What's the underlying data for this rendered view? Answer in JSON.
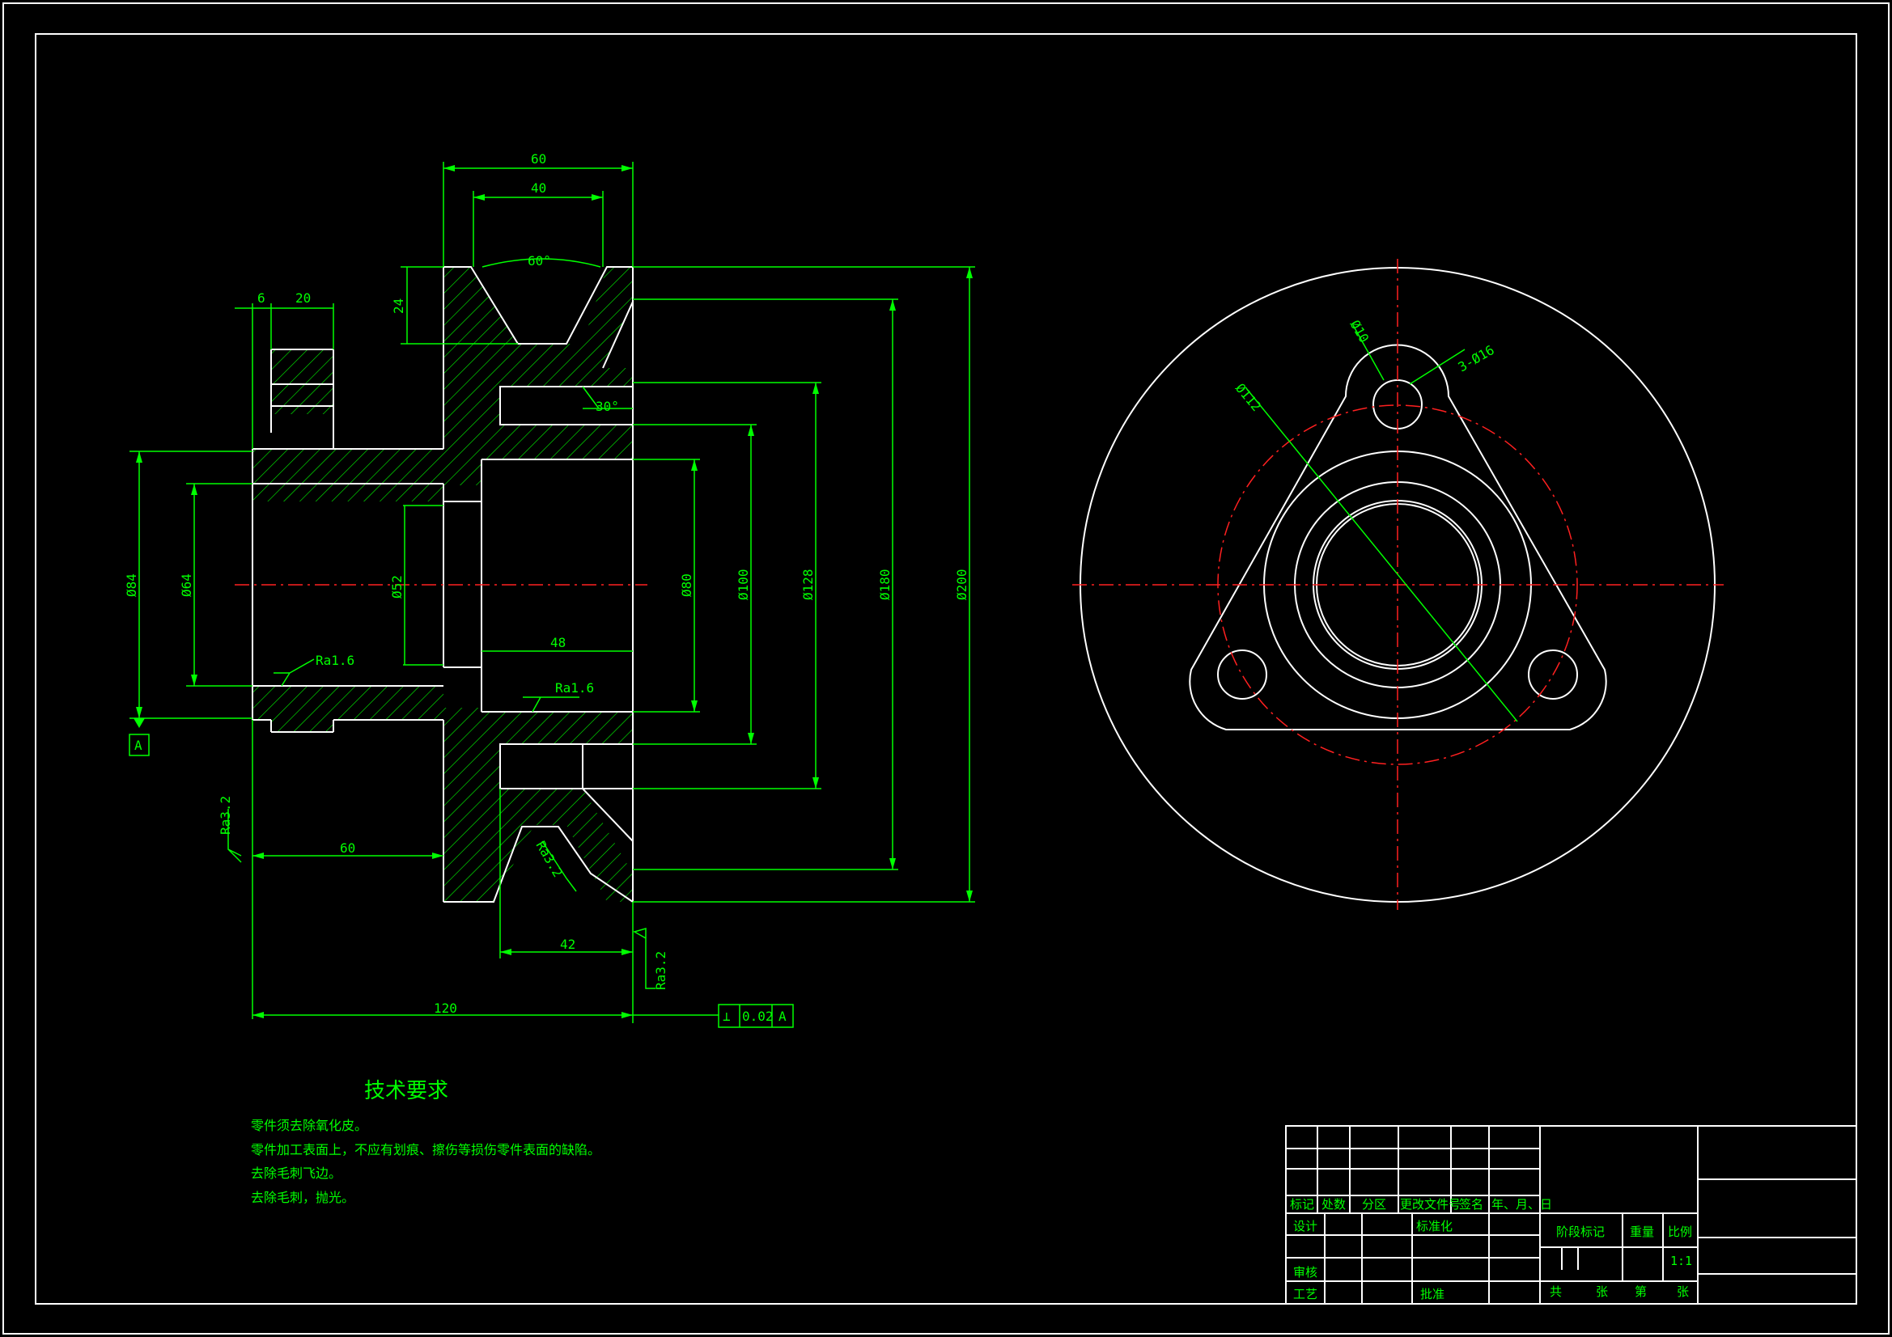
{
  "section_view": {
    "dims": {
      "d60_top": "60",
      "d40": "40",
      "angle60": "60°",
      "d24": "24",
      "d6": "6",
      "d20": "20",
      "angle30": "30°",
      "phi84": "Ø84",
      "phi64": "Ø64",
      "phi52": "Ø52",
      "phi80": "Ø80",
      "phi100": "Ø100",
      "phi128": "Ø128",
      "phi180": "Ø180",
      "phi200": "Ø200",
      "d48": "48",
      "d60_bottom": "60",
      "d42": "42",
      "d120": "120"
    },
    "roughness": {
      "ra16_a": "Ra1.6",
      "ra16_b": "Ra1.6",
      "ra32_a": "Ra3.2",
      "ra32_b": "Ra3.2",
      "ra32_c": "Ra3.2"
    },
    "datum": "A",
    "tolerance": {
      "symbol": "⊥",
      "value": "0.02",
      "datum": "A"
    }
  },
  "front_view": {
    "dims": {
      "phi10": "Ø10",
      "holes": "3-Ø16",
      "phi112": "Ø112"
    }
  },
  "tech_requirements": {
    "title": "技术要求",
    "lines": [
      "零件须去除氧化皮。",
      "零件加工表面上，不应有划痕、擦伤等损伤零件表面的缺陷。",
      "去除毛刺飞边。",
      "去除毛刺，抛光。"
    ]
  },
  "title_block": {
    "row_headers": [
      "标记",
      "处数",
      "分区",
      "更改文件号",
      "签名",
      "年、月、日"
    ],
    "design": "设计",
    "standardization": "标准化",
    "review": "审核",
    "process": "工艺",
    "approve": "批准",
    "stage_mark": "阶段标记",
    "weight": "重量",
    "scale_label": "比例",
    "scale_value": "1:1",
    "total": "共",
    "sheets1": "张",
    "nth": "第",
    "sheets2": "张"
  },
  "colors": {
    "background": "#000000",
    "outline": "#ffffff",
    "dimension": "#00ff00",
    "centerline": "#ff2020"
  }
}
